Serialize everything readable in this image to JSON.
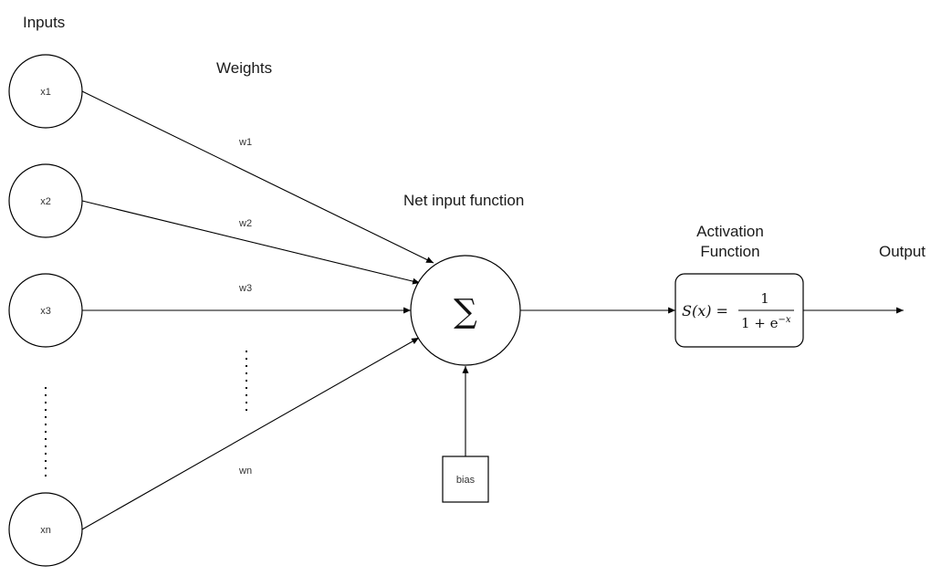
{
  "headings": {
    "inputs": "Inputs",
    "weights": "Weights",
    "net_input": "Net input function",
    "activation_line1": "Activation",
    "activation_line2": "Function",
    "output": "Output"
  },
  "inputs": [
    "x1",
    "x2",
    "x3",
    "xn"
  ],
  "weights": [
    "w1",
    "w2",
    "w3",
    "wn"
  ],
  "sum_symbol": "∑",
  "bias": "bias",
  "activation": {
    "lhs": "S(x) =",
    "numerator": "1",
    "denominator_base": "1 + e",
    "denominator_exp": "−x"
  }
}
